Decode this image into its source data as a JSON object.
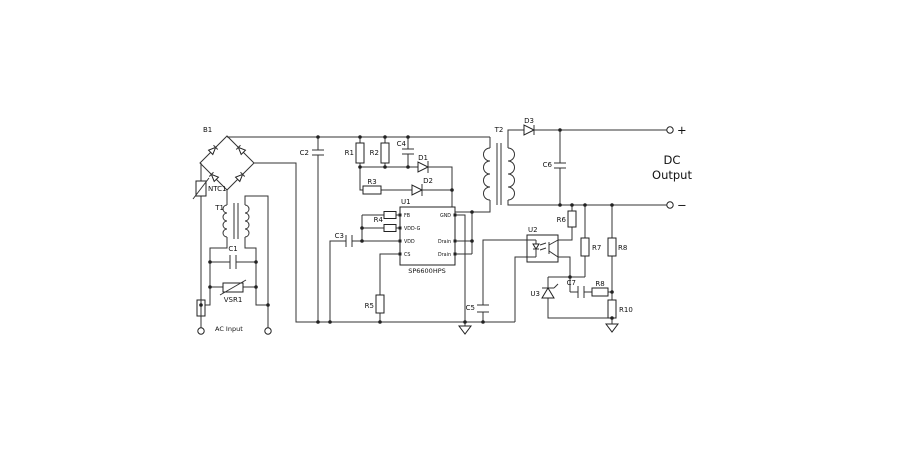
{
  "diagram_type": "flyback-power-supply-schematic",
  "colors": {
    "ink": "#222222",
    "wire": "#333333",
    "background": "#ffffff"
  },
  "labels": {
    "b1": "B1",
    "ntc1": "NTC1",
    "t1": "T1",
    "c1": "C1",
    "vsr1": "VSR1",
    "ac_input": "AC Input",
    "c2": "C2",
    "r1": "R1",
    "r2": "R2",
    "r3": "R3",
    "c4": "C4",
    "d1": "D1",
    "d2": "D2",
    "u1": "U1",
    "part_number": "SP6600HPS",
    "r4": "R4",
    "c3": "C3",
    "r5": "R5",
    "c5": "C5",
    "t2": "T2",
    "d3": "D3",
    "c6": "C6",
    "r6": "R6",
    "u2": "U2",
    "r7": "R7",
    "r8a": "R8",
    "c7": "C7",
    "r8b": "R8",
    "r10": "R10",
    "u3": "U3",
    "dc_line1": "DC",
    "dc_line2": "Output",
    "plus": "+",
    "minus": "−"
  },
  "ic": {
    "pins_left": [
      "FB",
      "VDD-G",
      "VDD",
      "CS"
    ],
    "pins_right": [
      "GND",
      "Drain",
      "Drain"
    ]
  }
}
